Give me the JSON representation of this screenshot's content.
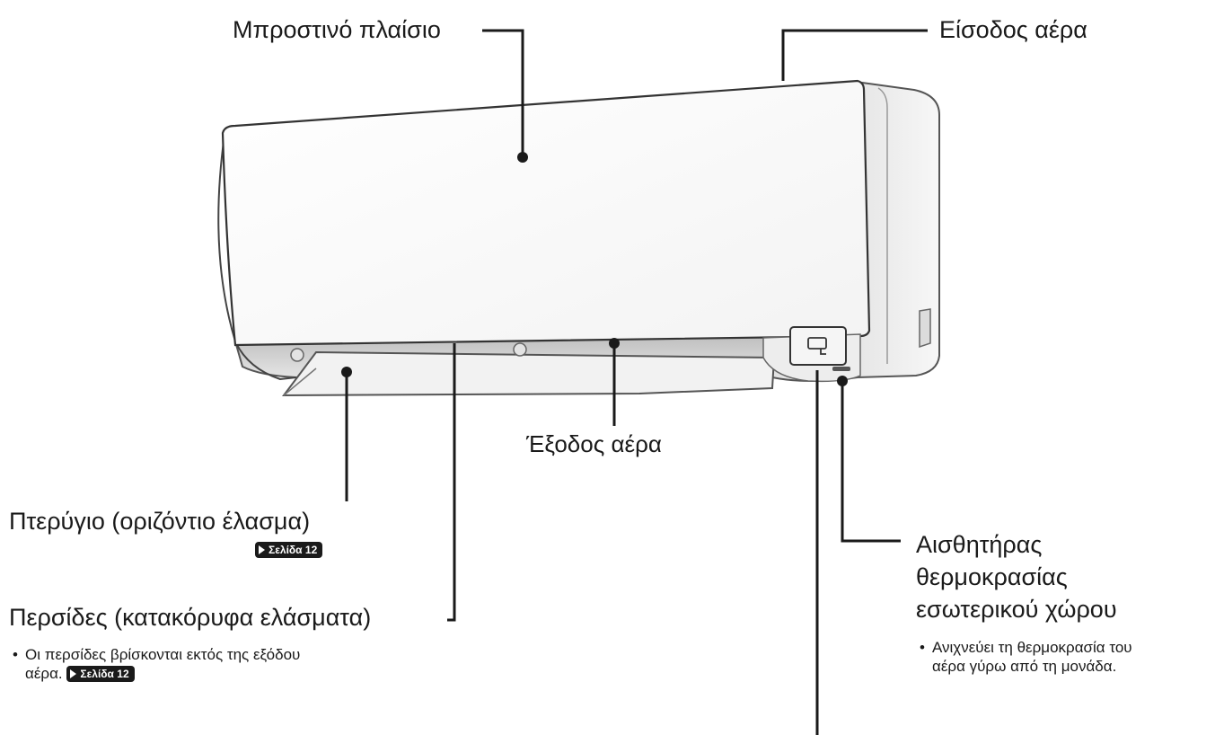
{
  "labels": {
    "front_panel": "Μπροστινό πλαίσιο",
    "air_inlet": "Είσοδος αέρα",
    "air_outlet": "Έξοδος αέρα",
    "flap": "Πτερύγιο (οριζόντιο έλασμα)",
    "flap_ref": "Σελίδα 12",
    "louvers": "Περσίδες (κατακόρυφα ελάσματα)",
    "louvers_note_line1": "Οι περσίδες βρίσκονται εκτός της εξόδου",
    "louvers_note_line2": "αέρα.",
    "louvers_ref": "Σελίδα 12",
    "sensor_line1": "Αισθητήρας",
    "sensor_line2": "θερμοκρασίας",
    "sensor_line3": "εσωτερικού χώρου",
    "sensor_note_line1": "Ανιχνεύει τη θερμοκρασία του",
    "sensor_note_line2": "αέρα γύρω από τη μονάδα."
  },
  "colors": {
    "line": "#1a1a1a",
    "unit_outline": "#333333",
    "unit_shadow": "#d9d9d9"
  }
}
